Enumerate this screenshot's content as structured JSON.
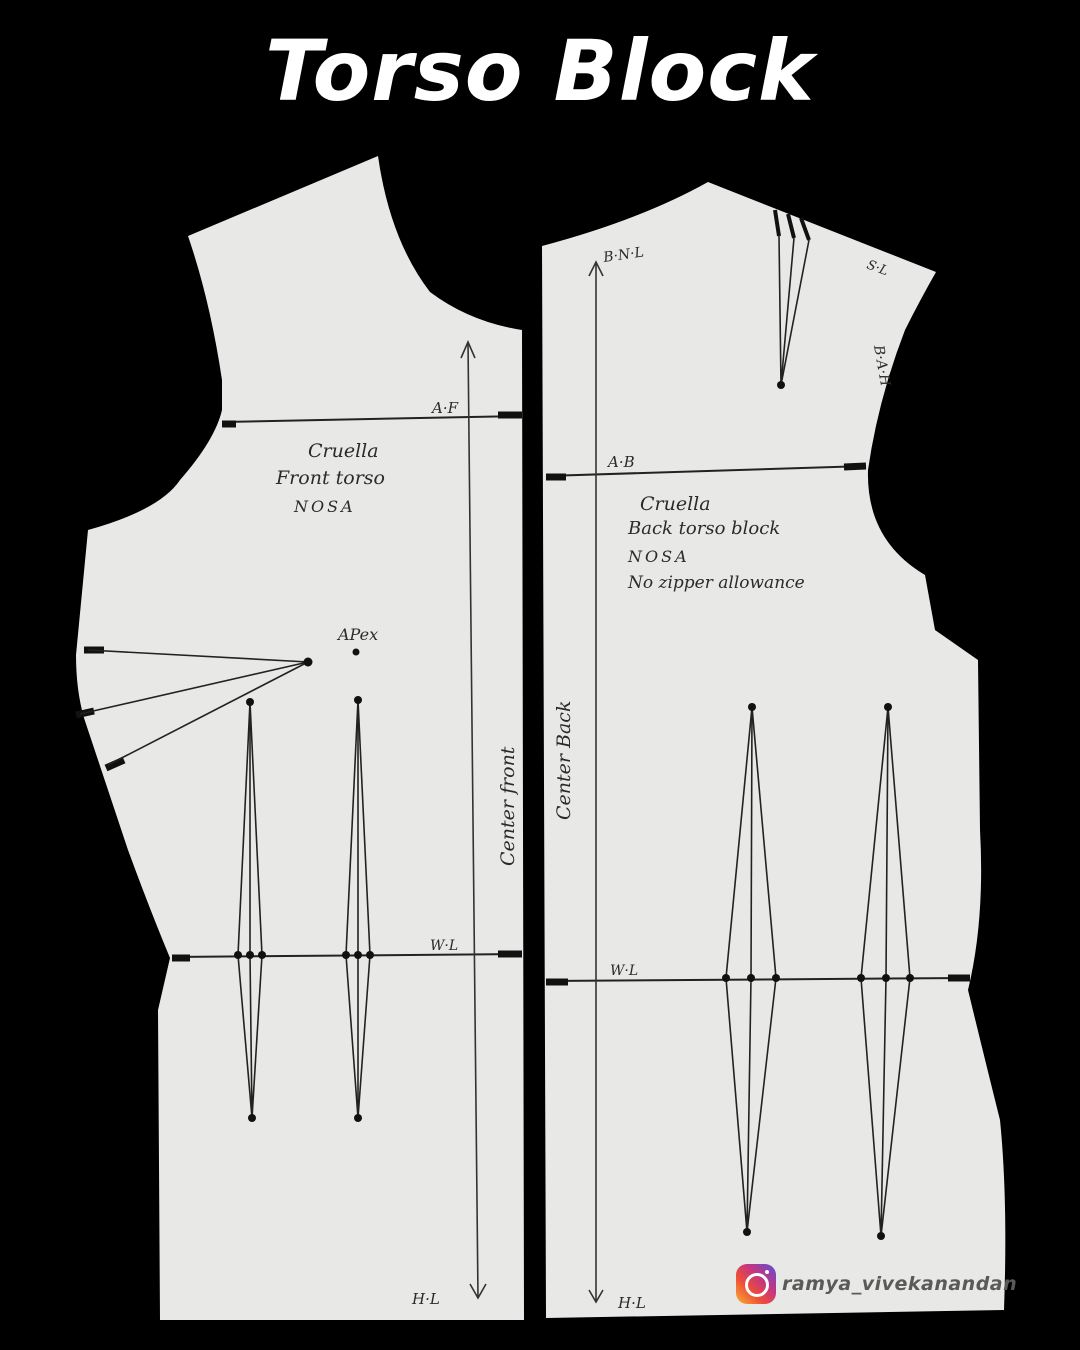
{
  "title": "Torso Block",
  "front": {
    "armhole_front_label": "A·F",
    "note_line1": "Cruella",
    "note_line2": "Front torso",
    "note_line3": "NOSA",
    "apex_label": "APex",
    "center_label": "Center front",
    "waist_label": "W·L",
    "hip_label": "H·L"
  },
  "back": {
    "back_neck_label": "B·N·L",
    "shoulder_label": "S·L",
    "armhole_back_label": "B·A·H",
    "across_back_label": "A·B",
    "note_line1": "Cruella",
    "note_line2": "Back torso block",
    "note_line3": "NOSA",
    "note_line4": "No zipper allowance",
    "center_label": "Center Back",
    "waist_label": "W·L",
    "hip_label": "H·L"
  },
  "credit": {
    "icon": "instagram-icon",
    "handle": "ramya_vivekanandan"
  },
  "colors": {
    "background": "#000000",
    "paper": "#e8e9e6",
    "ink": "#222222"
  }
}
